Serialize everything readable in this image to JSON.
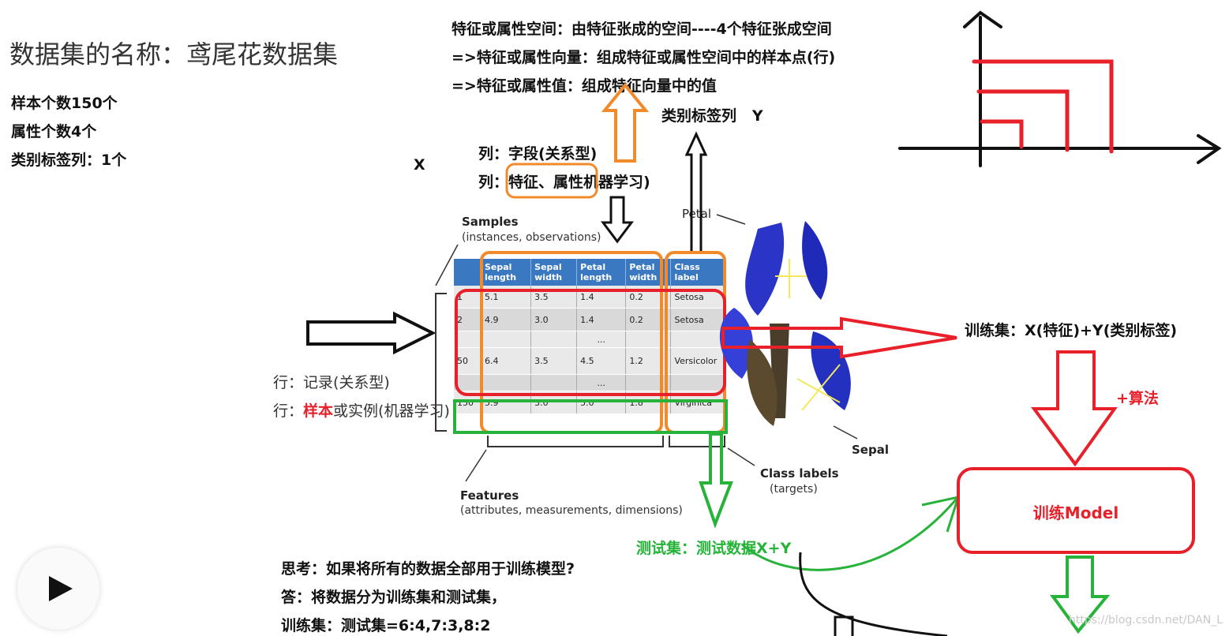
{
  "title": "数据集的名称：鸢尾花数据集",
  "stats": [
    "样本个数150个",
    "属性个数4个",
    "类别标签列：1个"
  ],
  "top_notes": [
    "特征或属性空间：由特征张成的空间----4个特征张成空间",
    "=>特征或属性向量：组成特征或属性空间中的样本点(行)",
    "=>特征或属性值：组成特征向量中的值"
  ],
  "x_label": "X",
  "y_label": "类别标签列   Y",
  "column_notes": {
    "line1": "列：字段(关系型)",
    "line2_prefix": "列：",
    "line2_highlight": "特征、属性",
    "line2_suffix": "机器学习)"
  },
  "row_notes": {
    "line1": "行：记录(关系型)",
    "line2_prefix": "行：",
    "line2_highlight": "样本",
    "line2_suffix": "或实例(机器学习)"
  },
  "samples_label": "Samples",
  "samples_sub": "(instances, observations)",
  "petal_label": "Petal",
  "sepal_label": "Sepal",
  "class_labels_label": "Class labels",
  "class_labels_sub": "(targets)",
  "features_label": "Features",
  "features_sub": "(attributes, measurements, dimensions)",
  "table": {
    "headers": [
      "",
      "Sepal length",
      "Sepal width",
      "Petal length",
      "Petal width",
      "Class label"
    ],
    "rows": [
      [
        "1",
        "5.1",
        "3.5",
        "1.4",
        "0.2",
        "Setosa"
      ],
      [
        "2",
        "4.9",
        "3.0",
        "1.4",
        "0.2",
        "Setosa"
      ],
      [
        "",
        "",
        "",
        "...",
        "",
        ""
      ],
      [
        "50",
        "6.4",
        "3.5",
        "4.5",
        "1.2",
        "Versicolor"
      ],
      [
        "",
        "",
        "",
        "...",
        "",
        ""
      ],
      [
        "150",
        "5.9",
        "3.0",
        "5.0",
        "1.8",
        "Virginica"
      ]
    ]
  },
  "train_set": "训练集：X(特征)+Y(类别标签)",
  "algorithm": "+算法",
  "model": "训练Model",
  "test_set": "测试集：测试数据X+Y",
  "think": "思考：如果将所有的数据全部用于训练模型?",
  "answer": "答：将数据分为训练集和测试集，",
  "ratio": "训练集：测试集=6:4,7:3,8:2",
  "watermark": "https://blog.csdn.net/DAN_L",
  "colors": {
    "red": "#e8202a",
    "orange": "#f08a2a",
    "green": "#27b33a",
    "table_header": "#3a78c2"
  },
  "icons": [
    "play-icon",
    "axes-chart-icon",
    "iris-flower-image"
  ]
}
